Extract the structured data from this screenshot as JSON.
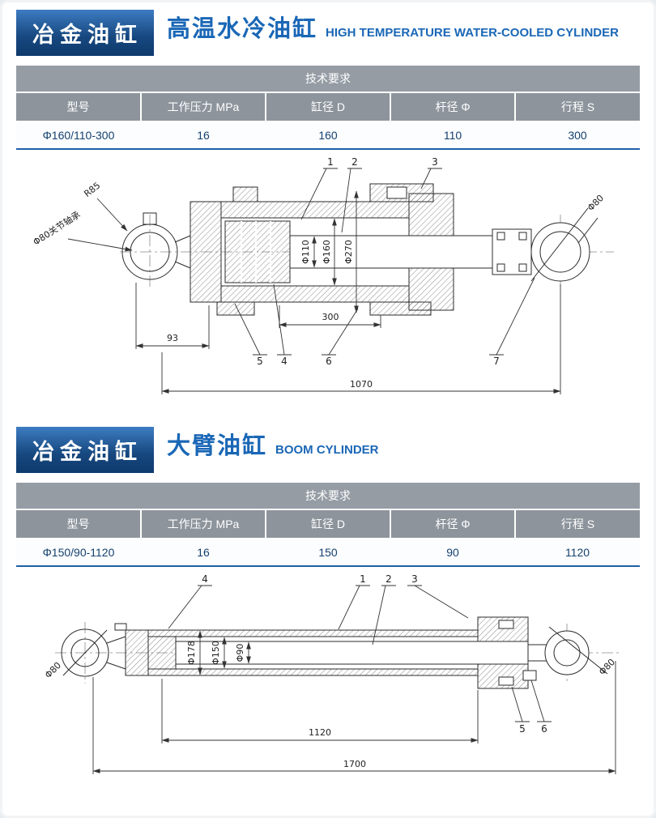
{
  "section1": {
    "badge": "冶金油缸",
    "title_cn": "高温水冷油缸",
    "title_en": "HIGH TEMPERATURE WATER-COOLED CYLINDER",
    "table": {
      "caption": "技术要求",
      "headers": [
        "型号",
        "工作压力 MPa",
        "缸径 D",
        "杆径 Φ",
        "行程 S"
      ],
      "row": [
        "Φ160/110-300",
        "16",
        "160",
        "110",
        "300"
      ]
    },
    "drawing": {
      "callout_1": "1",
      "callout_2": "2",
      "callout_3": "3",
      "callout_4": "4",
      "callout_5": "5",
      "callout_6": "6",
      "callout_7": "7",
      "dim_radius": "R85",
      "dim_bearing": "Φ80关节轴承",
      "dim_rod": "Φ110",
      "dim_bore": "Φ160",
      "dim_flange": "Φ270",
      "dim_stroke": "300",
      "dim_offset": "93",
      "dim_overall": "1070",
      "dim_eye": "Φ80"
    }
  },
  "section2": {
    "badge": "冶金油缸",
    "title_cn": "大臂油缸",
    "title_en": "BOOM CYLINDER",
    "table": {
      "caption": "技术要求",
      "headers": [
        "型号",
        "工作压力 MPa",
        "缸径 D",
        "杆径 Φ",
        "行程 S"
      ],
      "row": [
        "Φ150/90-1120",
        "16",
        "150",
        "90",
        "1120"
      ]
    },
    "drawing": {
      "callout_1": "1",
      "callout_2": "2",
      "callout_3": "3",
      "callout_4": "4",
      "callout_5": "5",
      "callout_6": "6",
      "dim_eye_left": "Φ80",
      "dim_eye_right": "Φ80",
      "dim_od": "Φ178",
      "dim_bore": "Φ150",
      "dim_rod": "Φ90",
      "dim_stroke": "1120",
      "dim_overall": "1700"
    }
  }
}
